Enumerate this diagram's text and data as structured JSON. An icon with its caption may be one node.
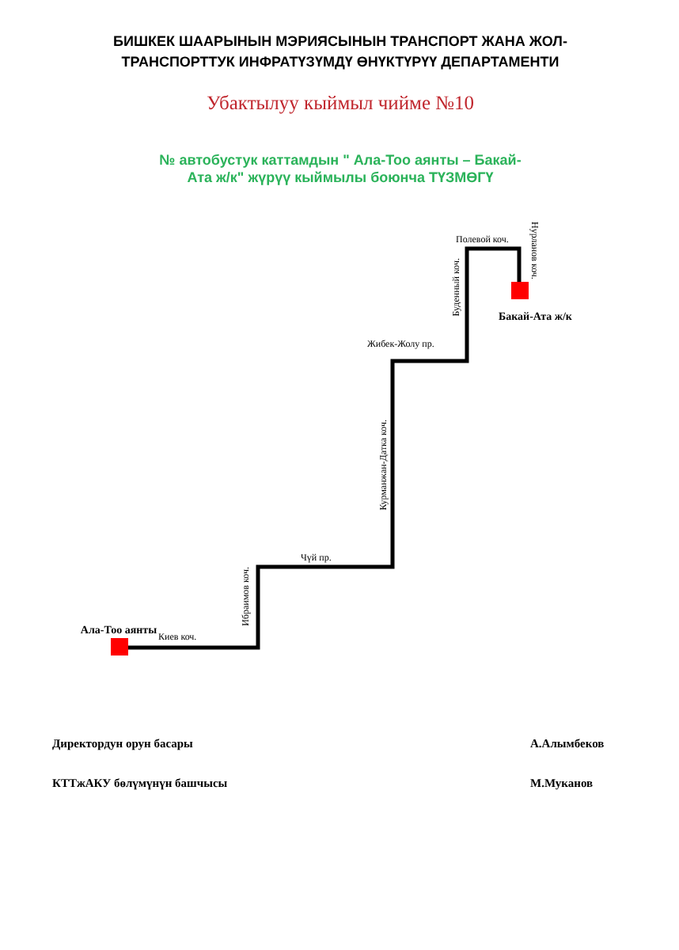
{
  "diagram": {
    "title": "БИШКЕК ШААРЫНЫН МЭРИЯСЫНЫН ТРАНСПОРТ ЖАНА ЖОЛ-ТРАНСПОРТТУК ИНФРАТҮЗҮМДҮ ӨНҮКТҮРҮҮ ДЕПАРТАМЕНТИ",
    "nodes": [
      {
        "text": [
          "Ала-Тоо аянты"
        ]
      },
      {
        "text": [
          "Бакай-Ата ж/к"
        ]
      }
    ],
    "edges": [
      {
        "from": 0,
        "to": 1,
        "arrow": "none"
      }
    ],
    "labels": [
      "Убактылуу кыймыл чийме №10",
      "№ автобустук каттамдын \" Ала-Тоо аянты – Бакай-Ата ж/к\" жүрүү кыймылы боюнча ТҮЗМӨГҮ",
      "Нурланов коч.",
      "Полевой коч.",
      "Буденный коч.",
      "Жибек-Жолу пр.",
      "Курманжан-Датка коч.",
      "Чүй пр.",
      "Ибраимов коч.",
      "Киев коч.",
      "Директордун орун басары",
      "А.Алымбеков",
      "КТТжАКУ бөлүмүнүн башчысы",
      "М.Муканов"
    ]
  }
}
